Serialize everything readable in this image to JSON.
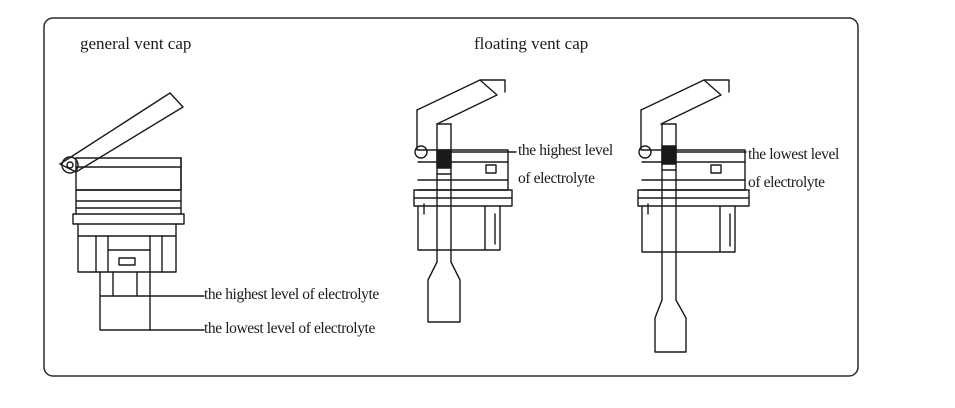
{
  "general": {
    "title": "general vent cap",
    "label_highest": "the highest level of electrolyte",
    "label_lowest": "the lowest level of electrolyte"
  },
  "floating": {
    "title": "floating vent cap",
    "left": {
      "label_line1": "the highest level",
      "label_line2": "of electrolyte"
    },
    "right": {
      "label_line1": "the lowest level",
      "label_line2": "of electrolyte"
    }
  },
  "colors": {
    "stroke": "#1a1a1a",
    "panel_border": "#2a2a2a",
    "background": "#ffffff"
  }
}
